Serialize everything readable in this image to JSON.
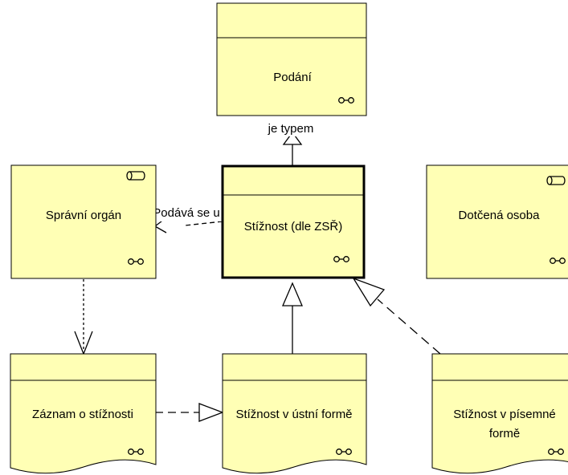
{
  "colors": {
    "element_fill": "#FFFFB5",
    "stroke": "#000000",
    "background": "#FFFFFF"
  },
  "icons": {
    "association": "glasses-icon",
    "role": "role-cylinder-icon"
  },
  "nodes": {
    "podani": {
      "label": "Podání"
    },
    "spravni_organ": {
      "label": "Správní orgán"
    },
    "stiznost": {
      "label": "Stížnost (dle ZSŘ)"
    },
    "dotcena_osoba": {
      "label": "Dotčená osoba"
    },
    "zaznam": {
      "label": "Záznam o stížnosti"
    },
    "ustni": {
      "label": "Stížnost v ústní formě"
    },
    "pisemne": {
      "label_line1": "Stížnost v písemné",
      "label_line2": "formě"
    }
  },
  "edges": {
    "je_typem": {
      "label": "je typem"
    },
    "podava_se_u": {
      "label": "Podává se u"
    }
  }
}
